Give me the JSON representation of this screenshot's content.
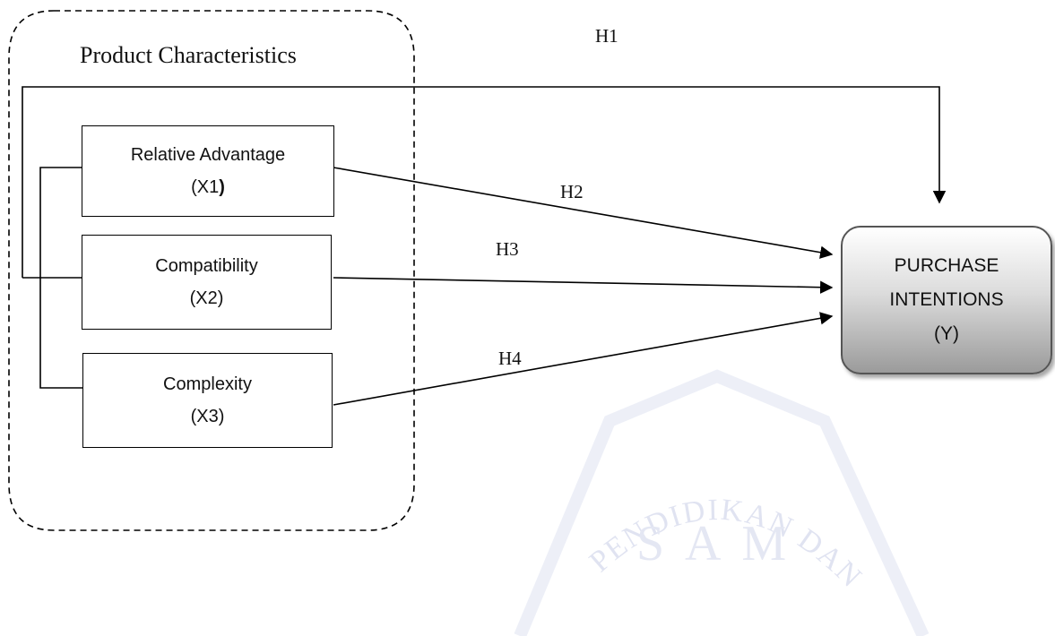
{
  "group": {
    "title": "Product Characteristics"
  },
  "variables": [
    {
      "name": "Relative Advantage",
      "code_text": "(X1",
      "code_close": ")"
    },
    {
      "name": "Compatibility",
      "code": "(X2)"
    },
    {
      "name": "Complexity",
      "code": "(X3)"
    }
  ],
  "outcome": {
    "line1": "PURCHASE",
    "line2": "INTENTIONS",
    "line3": "(Y)"
  },
  "hypotheses": {
    "h1": "H1",
    "h2": "H2",
    "h3": "H3",
    "h4": "H4"
  },
  "watermark": {
    "text": "PENDIDIKAN DAN",
    "partial": "S A M"
  },
  "colors": {
    "watermark": "#c8cde6",
    "outcome_border": "#555555"
  }
}
